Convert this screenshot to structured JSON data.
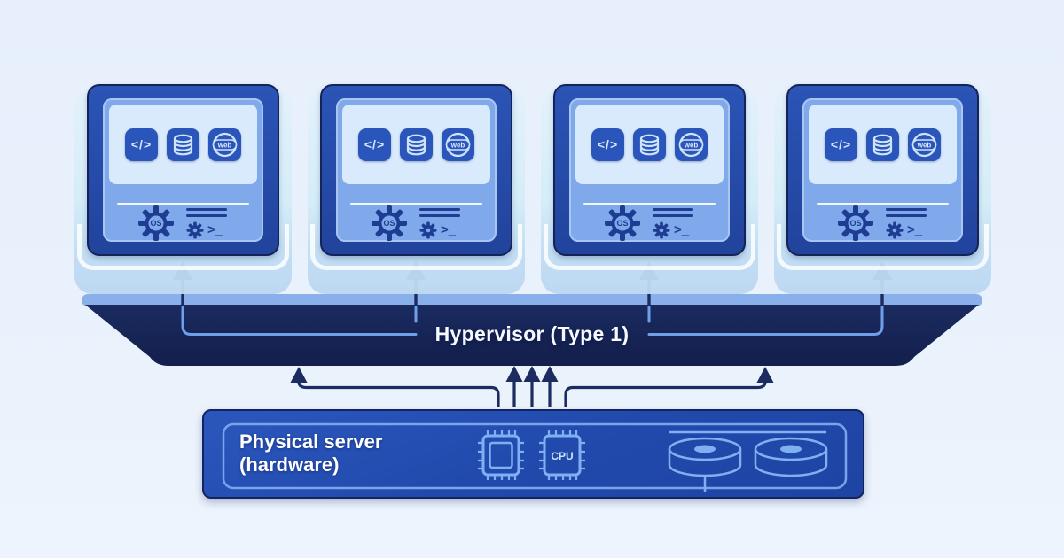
{
  "hypervisor": {
    "label": "Hypervisor (Type 1)"
  },
  "physical_server": {
    "label_line1": "Physical server",
    "label_line2": "(hardware)",
    "cpu_chip_label": "CPU"
  },
  "vms": [
    {
      "code_icon_label": "</>",
      "web_icon_label": "web",
      "os_label": "OS",
      "terminal_prompt_label": ">_"
    },
    {
      "code_icon_label": "</>",
      "web_icon_label": "web",
      "os_label": "OS",
      "terminal_prompt_label": ">_"
    },
    {
      "code_icon_label": "</>",
      "web_icon_label": "web",
      "os_label": "OS",
      "terminal_prompt_label": ">_"
    },
    {
      "code_icon_label": "</>",
      "web_icon_label": "web",
      "os_label": "OS",
      "terminal_prompt_label": ">_"
    }
  ],
  "colors": {
    "background": "#e8f1fb",
    "vm_frame": "#2750b0",
    "vm_screen": "#7fa9eb",
    "vm_panel": "#d9eafd",
    "icon_tile": "#2a55ba",
    "hypervisor_band": "#1a2a5e",
    "band_bevel": "#8ab0ec",
    "connector_line": "#6f9fe8",
    "arrow": "#1c2c60",
    "server_box": "#2450b2",
    "server_outline": "#7aa4ea",
    "vm_glow": "#cdecf6"
  }
}
